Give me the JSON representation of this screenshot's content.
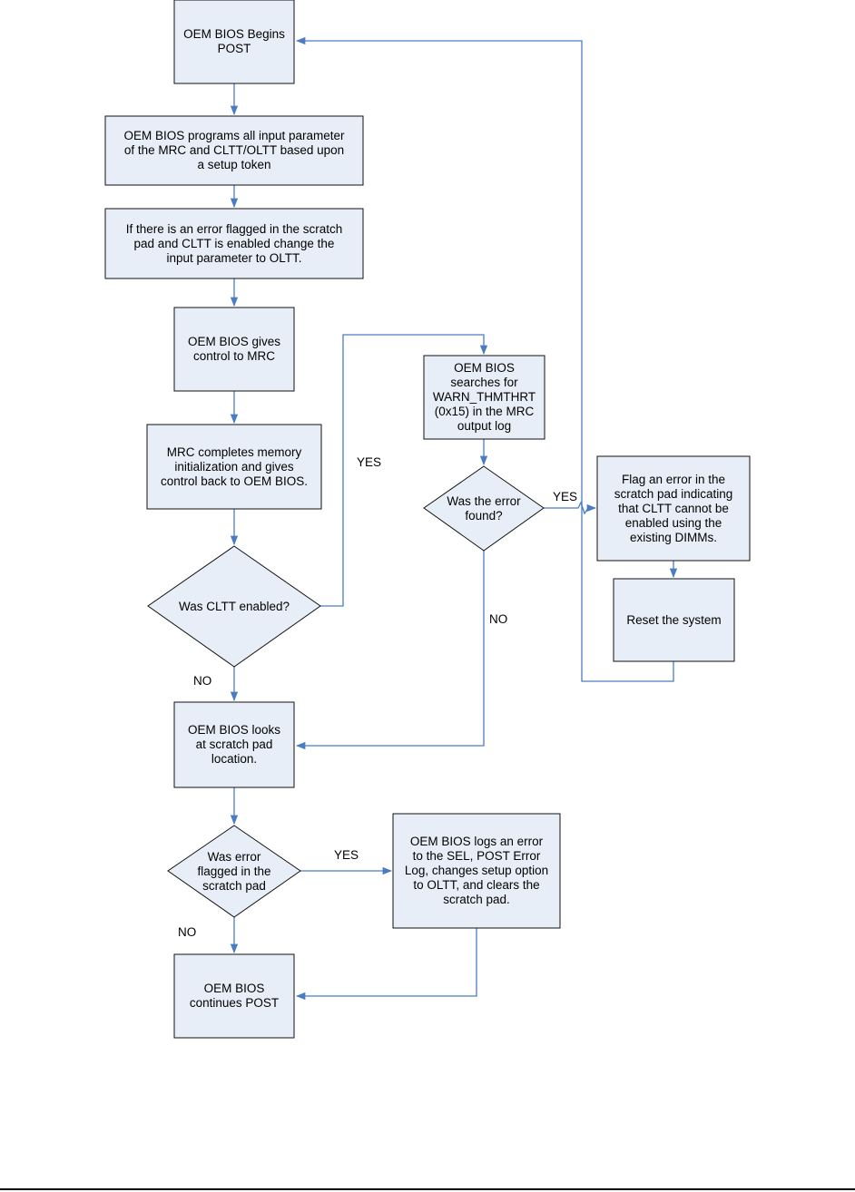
{
  "diagram": {
    "colors": {
      "box_fill": "#e8eef7",
      "box_stroke": "#111111",
      "line": "#4a7cc4"
    },
    "nodes": {
      "begin_post": "OEM BIOS Begins\nPOST",
      "program_params": "OEM BIOS programs all input parameter\nof the MRC and CLTT/OLTT  based upon\na setup token",
      "error_check": "If there is an error flagged in the scratch\npad and CLTT is enabled change the\ninput parameter to OLTT.",
      "give_control": "OEM BIOS gives\ncontrol to MRC",
      "mrc_completes": "MRC completes memory\ninitialization and gives\ncontrol back to OEM BIOS.",
      "was_cltt_enabled": "Was CLTT enabled?",
      "search_warn": "OEM BIOS\nsearches for\nWARN_THMTHRT\n(0x15) in the MRC\noutput log",
      "was_error_found": "Was the error\nfound?",
      "flag_error": "Flag an error in the\nscratch pad indicating\nthat CLTT cannot be\nenabled using the\nexisting DIMMs.",
      "reset_system": "Reset the system",
      "looks_scratch": "OEM BIOS looks\nat scratch pad\nlocation.",
      "was_error_flagged": "Was  error\nflagged in the\nscratch pad",
      "logs_error": "OEM BIOS logs an error\nto the SEL, POST Error\nLog, changes setup option\nto OLTT, and clears the\nscratch pad.",
      "continues_post": "OEM BIOS\ncontinues  POST"
    },
    "labels": {
      "cltt_yes": "YES",
      "cltt_no": "NO",
      "found_yes": "YES",
      "found_no": "NO",
      "flagged_yes": "YES",
      "flagged_no": "NO"
    }
  }
}
